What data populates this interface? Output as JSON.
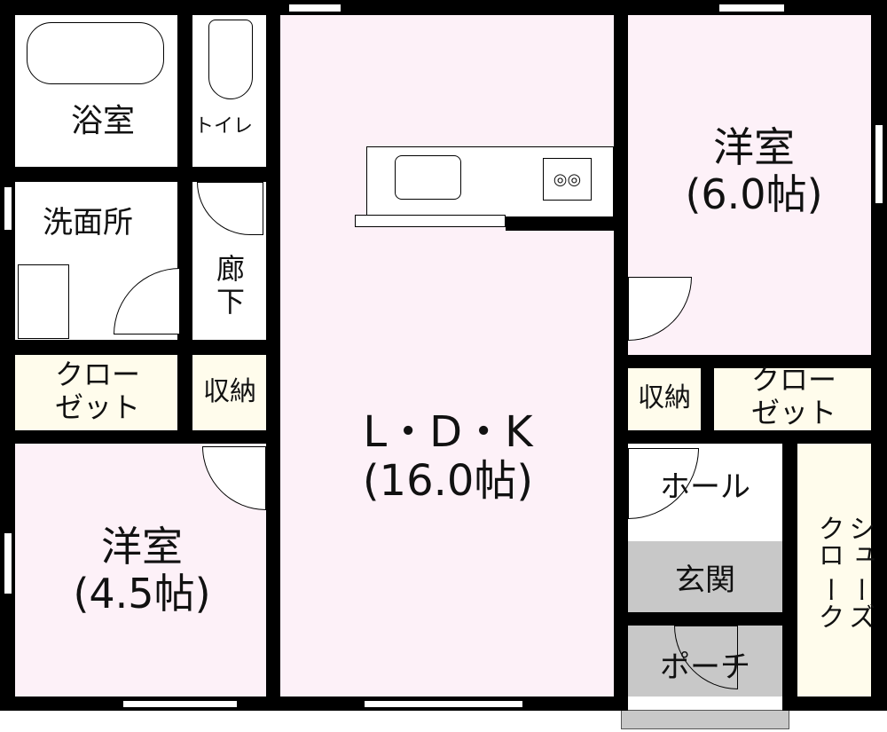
{
  "rooms": {
    "bath": "浴室",
    "toilet": "トイレ",
    "washroom": "洗面所",
    "corridor": "廊下",
    "closet_left": "クロー\nゼット",
    "storage_left": "収納",
    "western_small": "洋室\n(4.5帖)",
    "ldk": "L・D・K\n(16.0帖)",
    "western_large": "洋室\n(6.0帖)",
    "storage_right": "収納",
    "closet_right": "クロー\nゼット",
    "hall": "ホール",
    "shoe_closet": "シュ\nーズ\nクロ\nーク",
    "entrance": "玄関",
    "porch": "ポーチ"
  },
  "colors": {
    "wall": "#000000",
    "room": "#fdf1f8",
    "closet": "#fffcec",
    "entrance": "#c8c8c8"
  }
}
